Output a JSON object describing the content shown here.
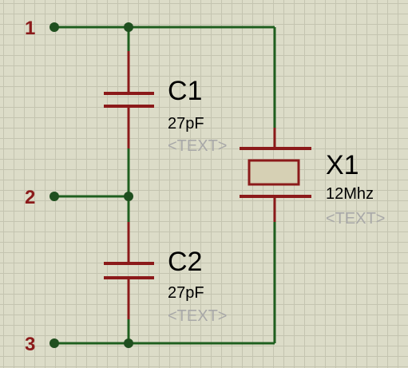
{
  "pins": [
    {
      "label": "1"
    },
    {
      "label": "2"
    },
    {
      "label": "3"
    }
  ],
  "components": {
    "c1": {
      "ref": "C1",
      "value": "27pF",
      "text": "<TEXT>"
    },
    "c2": {
      "ref": "C2",
      "value": "27pF",
      "text": "<TEXT>"
    },
    "x1": {
      "ref": "X1",
      "value": "12Mhz",
      "text": "<TEXT>"
    }
  },
  "colors": {
    "wire": "#1f5f1f",
    "component": "#8b1a1a",
    "crystal_body": "#d6d0b4",
    "text_placeholder": "#a8a8a8"
  }
}
